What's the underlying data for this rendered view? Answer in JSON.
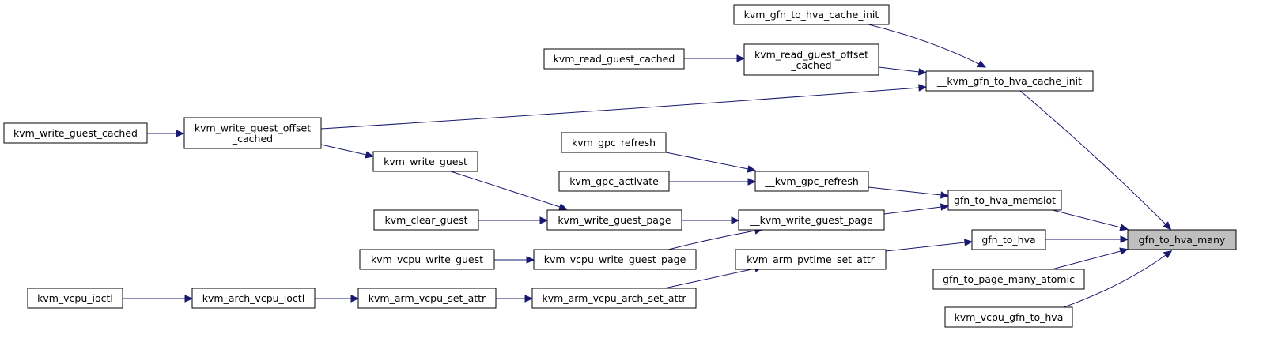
{
  "diagram": {
    "type": "call-graph",
    "root": "gfn_to_hva_many",
    "colors": {
      "edge": "#191970",
      "node_border": "#000000",
      "node_fill": "#ffffff",
      "root_fill": "#bfbfbf"
    },
    "nodes": [
      {
        "id": "gfn_to_hva_many",
        "label": "gfn_to_hva_many",
        "highlight": true
      },
      {
        "id": "kvm_gfn_to_hva_cache_init",
        "label": "kvm_gfn_to_hva_cache_init"
      },
      {
        "id": "kvm_read_guest_offset_cached",
        "label": "kvm_read_guest_offset\n_cached"
      },
      {
        "id": "kvm_read_guest_cached",
        "label": "kvm_read_guest_cached"
      },
      {
        "id": "__kvm_gfn_to_hva_cache_init",
        "label": "__kvm_gfn_to_hva_cache_init"
      },
      {
        "id": "kvm_write_guest_cached",
        "label": "kvm_write_guest_cached"
      },
      {
        "id": "kvm_write_guest_offset_cached",
        "label": "kvm_write_guest_offset\n_cached"
      },
      {
        "id": "kvm_gpc_refresh",
        "label": "kvm_gpc_refresh"
      },
      {
        "id": "kvm_write_guest",
        "label": "kvm_write_guest"
      },
      {
        "id": "kvm_gpc_activate",
        "label": "kvm_gpc_activate"
      },
      {
        "id": "__kvm_gpc_refresh",
        "label": "__kvm_gpc_refresh"
      },
      {
        "id": "gfn_to_hva_memslot",
        "label": "gfn_to_hva_memslot"
      },
      {
        "id": "kvm_clear_guest",
        "label": "kvm_clear_guest"
      },
      {
        "id": "kvm_write_guest_page",
        "label": "kvm_write_guest_page"
      },
      {
        "id": "__kvm_write_guest_page",
        "label": "__kvm_write_guest_page"
      },
      {
        "id": "gfn_to_hva",
        "label": "gfn_to_hva"
      },
      {
        "id": "kvm_vcpu_write_guest",
        "label": "kvm_vcpu_write_guest"
      },
      {
        "id": "kvm_vcpu_write_guest_page",
        "label": "kvm_vcpu_write_guest_page"
      },
      {
        "id": "kvm_arm_pvtime_set_attr",
        "label": "kvm_arm_pvtime_set_attr"
      },
      {
        "id": "gfn_to_page_many_atomic",
        "label": "gfn_to_page_many_atomic"
      },
      {
        "id": "kvm_vcpu_ioctl",
        "label": "kvm_vcpu_ioctl"
      },
      {
        "id": "kvm_arch_vcpu_ioctl",
        "label": "kvm_arch_vcpu_ioctl"
      },
      {
        "id": "kvm_arm_vcpu_set_attr",
        "label": "kvm_arm_vcpu_set_attr"
      },
      {
        "id": "kvm_arm_vcpu_arch_set_attr",
        "label": "kvm_arm_vcpu_arch_set_attr"
      },
      {
        "id": "kvm_vcpu_gfn_to_hva",
        "label": "kvm_vcpu_gfn_to_hva"
      }
    ],
    "edges": [
      {
        "from": "kvm_gfn_to_hva_cache_init",
        "to": "__kvm_gfn_to_hva_cache_init"
      },
      {
        "from": "kvm_read_guest_cached",
        "to": "kvm_read_guest_offset_cached"
      },
      {
        "from": "kvm_read_guest_offset_cached",
        "to": "__kvm_gfn_to_hva_cache_init"
      },
      {
        "from": "kvm_write_guest_offset_cached",
        "to": "__kvm_gfn_to_hva_cache_init"
      },
      {
        "from": "__kvm_gfn_to_hva_cache_init",
        "to": "gfn_to_hva_many"
      },
      {
        "from": "kvm_write_guest_cached",
        "to": "kvm_write_guest_offset_cached"
      },
      {
        "from": "kvm_write_guest_offset_cached",
        "to": "kvm_write_guest"
      },
      {
        "from": "kvm_gpc_refresh",
        "to": "__kvm_gpc_refresh"
      },
      {
        "from": "kvm_gpc_activate",
        "to": "__kvm_gpc_refresh"
      },
      {
        "from": "__kvm_gpc_refresh",
        "to": "gfn_to_hva_memslot"
      },
      {
        "from": "kvm_write_guest",
        "to": "kvm_write_guest_page"
      },
      {
        "from": "kvm_clear_guest",
        "to": "kvm_write_guest_page"
      },
      {
        "from": "kvm_write_guest_page",
        "to": "__kvm_write_guest_page"
      },
      {
        "from": "kvm_vcpu_write_guest_page",
        "to": "__kvm_write_guest_page"
      },
      {
        "from": "__kvm_write_guest_page",
        "to": "gfn_to_hva_memslot"
      },
      {
        "from": "gfn_to_hva_memslot",
        "to": "gfn_to_hva_many"
      },
      {
        "from": "kvm_vcpu_write_guest",
        "to": "kvm_vcpu_write_guest_page"
      },
      {
        "from": "kvm_arm_pvtime_set_attr",
        "to": "gfn_to_hva"
      },
      {
        "from": "gfn_to_hva",
        "to": "gfn_to_hva_many"
      },
      {
        "from": "gfn_to_page_many_atomic",
        "to": "gfn_to_hva_many"
      },
      {
        "from": "kvm_vcpu_gfn_to_hva",
        "to": "gfn_to_hva_many"
      },
      {
        "from": "kvm_vcpu_ioctl",
        "to": "kvm_arch_vcpu_ioctl"
      },
      {
        "from": "kvm_arch_vcpu_ioctl",
        "to": "kvm_arm_vcpu_set_attr"
      },
      {
        "from": "kvm_arm_vcpu_set_attr",
        "to": "kvm_arm_vcpu_arch_set_attr"
      },
      {
        "from": "kvm_arm_vcpu_arch_set_attr",
        "to": "kvm_arm_pvtime_set_attr"
      }
    ]
  }
}
